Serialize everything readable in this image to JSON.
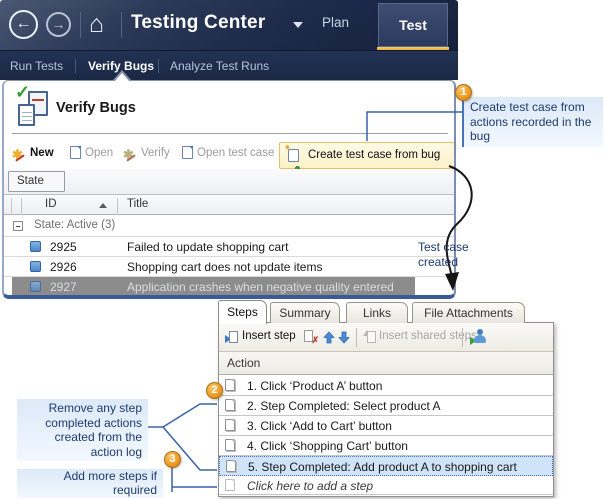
{
  "colors": {
    "navbar_bg": "#1E2B4B",
    "accent_orange": "#DFA226",
    "highlight_yellow_bg": "#FCF1C8",
    "highlight_yellow_border": "#E8C06A",
    "selected_row_gray": "#8C8C8C",
    "selected_step_blue": "#CFE4F8",
    "callout_bg": "#DCE9F8",
    "callout_text": "#1E3A6E",
    "connector_blue": "#3A62A8",
    "bug_icon_blue": "#4E86C6"
  },
  "navbar": {
    "title": "Testing Center",
    "plan_label": "Plan",
    "test_label": "Test"
  },
  "subnav": {
    "run_tests": "Run Tests",
    "verify_bugs": "Verify Bugs",
    "analyze": "Analyze Test Runs"
  },
  "verify_panel": {
    "title": "Verify Bugs",
    "toolbar": {
      "new": "New",
      "open": "Open",
      "verify": "Verify",
      "open_test_case": "Open test case",
      "create_test_case": "Create test case from bug"
    },
    "filter_state": "State",
    "columns": {
      "id": "ID",
      "title": "Title"
    },
    "group_label": "State: Active (3)",
    "rows": [
      {
        "id": "2925",
        "title": "Failed to update shopping cart"
      },
      {
        "id": "2926",
        "title": "Shopping cart does not update items"
      },
      {
        "id": "2927",
        "title": "Application crashes when negative quality entered"
      }
    ]
  },
  "steps_panel": {
    "tabs": [
      "Steps",
      "Summary",
      "Links",
      "File Attachments"
    ],
    "toolbar": {
      "insert_step": "Insert step",
      "insert_shared_steps": "Insert shared steps"
    },
    "column_action": "Action",
    "rows": [
      "1. Click ‘Product A’ button",
      "2. Step Completed: Select product A",
      "3. Click ‘Add to Cart’ button",
      "4. Click ‘Shopping Cart’ button",
      "5. Step Completed: Add product A to shopping cart"
    ],
    "add_step": "Click here to add a step"
  },
  "annotations": {
    "badge1": "1",
    "badge2": "2",
    "badge3": "3",
    "callout1": "Create test case from actions recorded in the bug",
    "callout2": "Remove any step completed actions created from the action log",
    "callout3": "Add more steps if required",
    "arrow_label": "Test case created"
  }
}
